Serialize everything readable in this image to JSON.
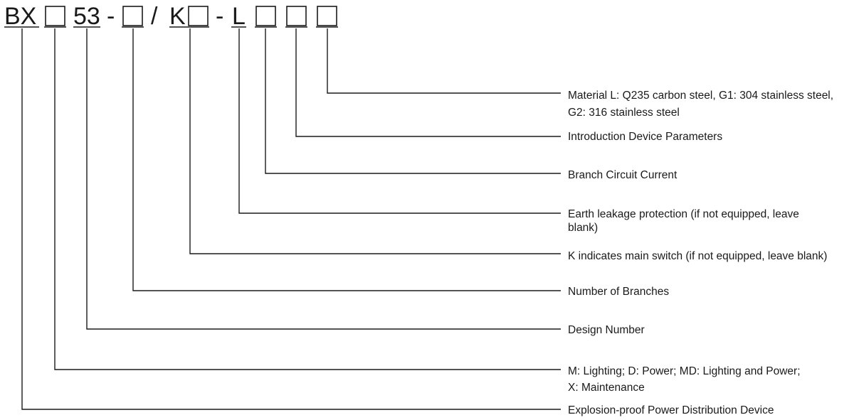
{
  "code": {
    "prefix": "BX",
    "design_number": "53",
    "dash_1": "-",
    "slash": "/",
    "switch_letter": "K",
    "dash_2": "-",
    "leakage_letter": "L"
  },
  "legend": [
    {
      "id": "material",
      "lines": [
        "Material L: Q235 carbon steel, G1: 304 stainless steel,",
        "G2: 316 stainless steel"
      ]
    },
    {
      "id": "introduction-device",
      "lines": [
        "Introduction Device Parameters"
      ]
    },
    {
      "id": "branch-current",
      "lines": [
        "Branch Circuit Current"
      ]
    },
    {
      "id": "earth-leakage",
      "lines": [
        "Earth leakage protection (if not equipped, leave",
        "blank)"
      ]
    },
    {
      "id": "main-switch",
      "lines": [
        "K indicates main switch (if not equipped, leave blank)"
      ]
    },
    {
      "id": "number-of-branches",
      "lines": [
        "Number of Branches"
      ]
    },
    {
      "id": "design-number",
      "lines": [
        "Design Number"
      ]
    },
    {
      "id": "usage-type",
      "lines": [
        "M: Lighting; D: Power; MD: Lighting and Power;",
        "X: Maintenance"
      ]
    },
    {
      "id": "product-type",
      "lines": [
        "Explosion-proof Power Distribution Device"
      ]
    }
  ]
}
